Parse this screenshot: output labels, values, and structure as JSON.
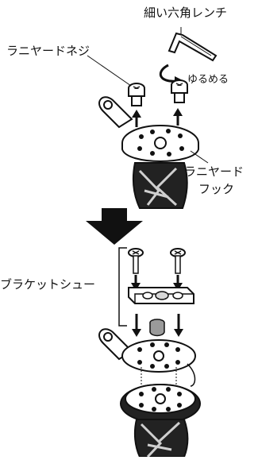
{
  "labels": {
    "hex_wrench": "細い六角レンチ",
    "lanyard_screw": "ラニヤードネジ",
    "loosen": "ゆるめる",
    "lanyard_hook_line1": "ラニヤード",
    "lanyard_hook_line2": "フック",
    "bracket_shoe": "ブラケットシュー"
  },
  "colors": {
    "ink": "#111111",
    "paper": "#ffffff",
    "mid_gray": "#9a9a9a",
    "light_gray": "#d8d8d8"
  },
  "icons": {
    "wrench": "hex-wrench-icon",
    "rotation": "curved-arrow-icon",
    "step": "big-down-arrow-icon"
  }
}
